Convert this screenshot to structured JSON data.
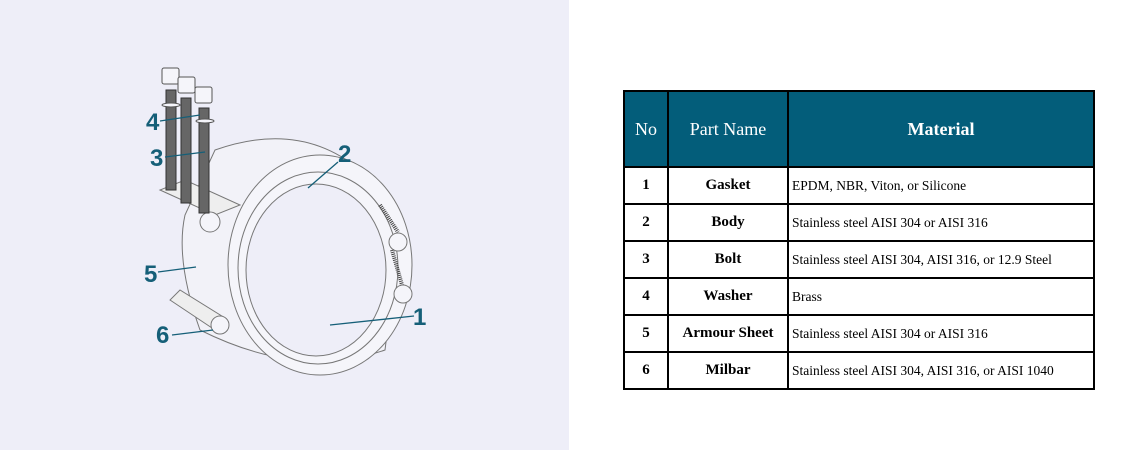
{
  "diagram": {
    "labels": [
      "1",
      "2",
      "3",
      "4",
      "5",
      "6"
    ]
  },
  "table": {
    "headers": {
      "no": "No",
      "part_name": "Part Name",
      "material": "Material"
    },
    "rows": [
      {
        "no": "1",
        "part": "Gasket",
        "material": "EPDM, NBR, Viton, or Silicone"
      },
      {
        "no": "2",
        "part": "Body",
        "material": "Stainless steel AISI 304 or AISI 316"
      },
      {
        "no": "3",
        "part": "Bolt",
        "material": "Stainless steel AISI 304, AISI 316, or 12.9 Steel"
      },
      {
        "no": "4",
        "part": "Washer",
        "material": "Brass"
      },
      {
        "no": "5",
        "part": "Armour Sheet",
        "material": "Stainless steel AISI 304 or AISI 316"
      },
      {
        "no": "6",
        "part": "Milbar",
        "material": "Stainless steel AISI 304, AISI 316, or AISI 1040"
      }
    ]
  },
  "colors": {
    "header_bg": "#035d7a",
    "label": "#155f78",
    "panel_bg": "#eeeef8"
  }
}
